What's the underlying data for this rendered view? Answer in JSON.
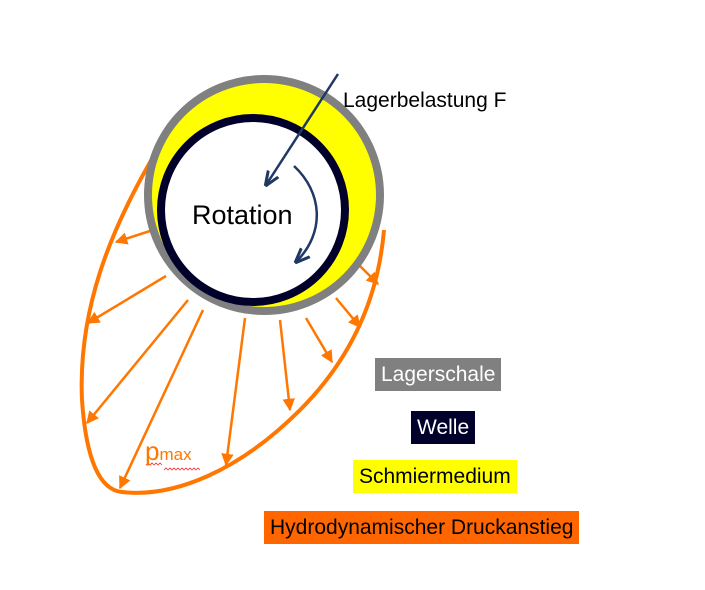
{
  "diagram": {
    "load_label": "Lagerbelastung F",
    "rotation_label": "Rotation",
    "pmax_label": "p",
    "pmax_sub": "max",
    "legend": [
      {
        "label": "Lagerschale",
        "bg": "#808080",
        "fg": "#ffffff"
      },
      {
        "label": "Welle",
        "bg": "#00002a",
        "fg": "#ffffff"
      },
      {
        "label": "Schmiermedium",
        "bg": "#ffff00",
        "fg": "#000000"
      },
      {
        "label": "Hydrodynamischer Druckanstieg",
        "bg": "#ff6600",
        "fg": "#000000"
      }
    ],
    "colors": {
      "bearing_shell": "#808080",
      "lubricant": "#ffff00",
      "shaft": "#00002a",
      "pressure": "#ff7700",
      "arrows": "#1f3864"
    }
  }
}
